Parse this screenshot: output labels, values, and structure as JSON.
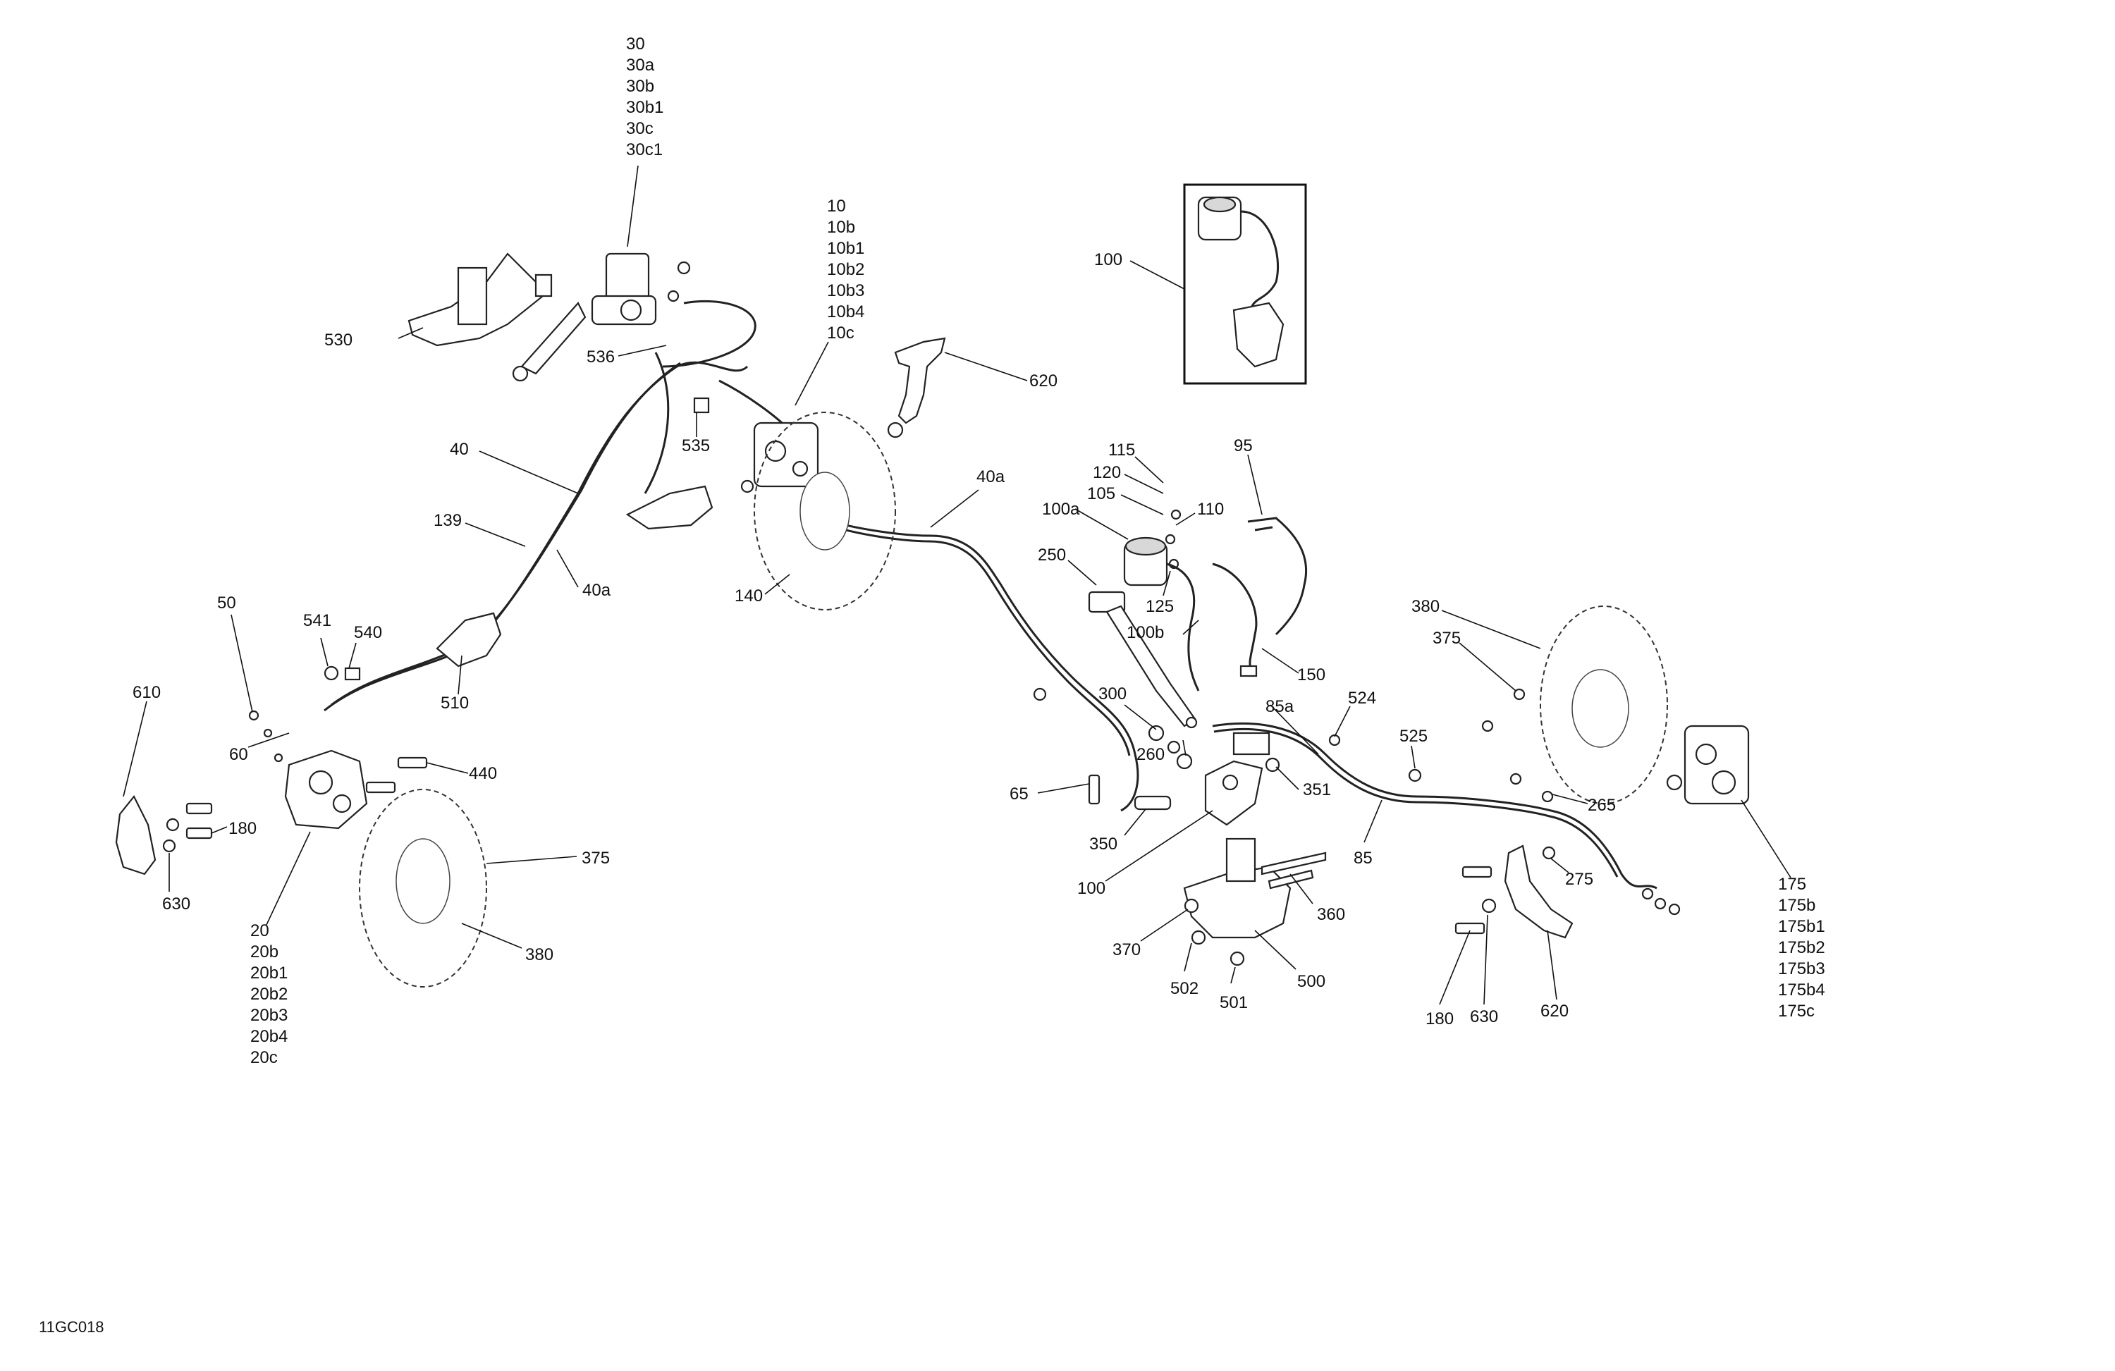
{
  "diagram_code": "11GC018",
  "callouts": {
    "c30": [
      "30",
      "30a",
      "30b",
      "30b1",
      "30c",
      "30c1"
    ],
    "c10": [
      "10",
      "10b",
      "10b1",
      "10b2",
      "10b3",
      "10b4",
      "10c"
    ],
    "c20": [
      "20",
      "20b",
      "20b1",
      "20b2",
      "20b3",
      "20b4",
      "20c"
    ],
    "c175": [
      "175",
      "175b",
      "175b1",
      "175b2",
      "175b3",
      "175b4",
      "175c"
    ],
    "l100_top": "100",
    "l530": "530",
    "l536": "536",
    "l535": "535",
    "l620_top": "620",
    "l40": "40",
    "l139": "139",
    "l40a_left": "40a",
    "l140": "140",
    "l40a_right": "40a",
    "l115": "115",
    "l120": "120",
    "l105": "105",
    "l100a": "100a",
    "l110": "110",
    "l95": "95",
    "l250": "250",
    "l125": "125",
    "l100b": "100b",
    "l150": "150",
    "l50": "50",
    "l541": "541",
    "l540": "540",
    "l510": "510",
    "l610": "610",
    "l60": "60",
    "l440": "440",
    "l180_left": "180",
    "l630_left": "630",
    "l375_left": "375",
    "l380_left": "380",
    "l300": "300",
    "l260": "260",
    "l65": "65",
    "l350": "350",
    "l351": "351",
    "l100_mid": "100",
    "l85a": "85a",
    "l524": "524",
    "l525": "525",
    "l85": "85",
    "l360": "360",
    "l370": "370",
    "l502": "502",
    "l501": "501",
    "l500": "500",
    "l380_right": "380",
    "l375_right": "375",
    "l265": "265",
    "l275": "275",
    "l180_right": "180",
    "l630_right": "630",
    "l620_right": "620"
  }
}
